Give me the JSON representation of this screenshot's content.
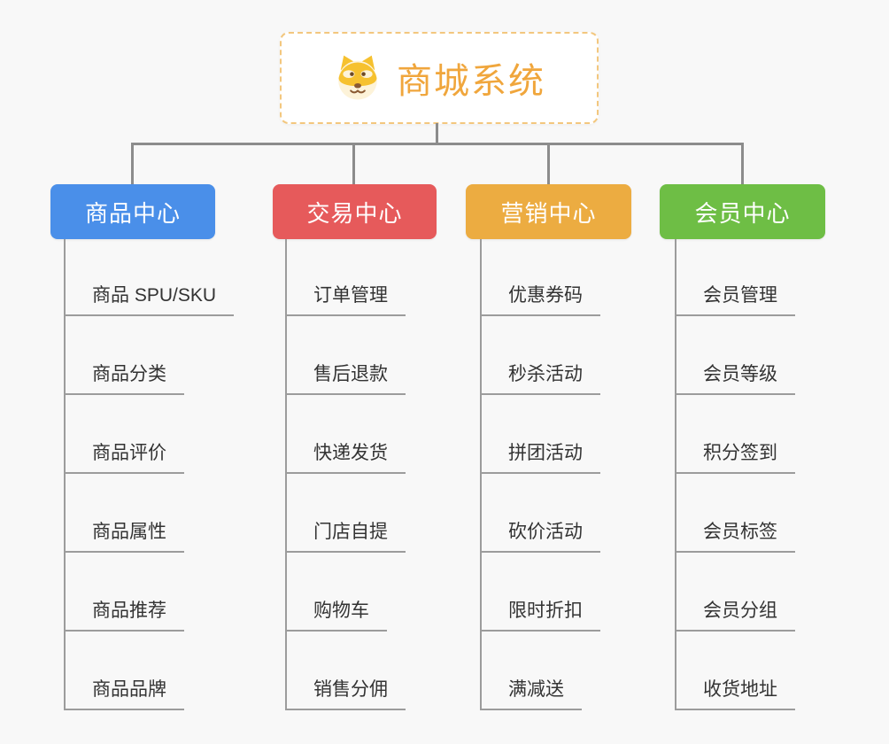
{
  "canvas": {
    "background": "#F8F8F8",
    "connector_color": "#8C8C8C",
    "underline_color": "#9C9C9C",
    "item_text_color": "#333333"
  },
  "root": {
    "title": "商城系统",
    "icon": "doge-icon",
    "title_color": "#F0A63C",
    "border_color": "#F3C77E",
    "background": "#FFFFFF"
  },
  "branches": [
    {
      "label": "商品中心",
      "color": "#4A8FE9",
      "children": [
        "商品 SPU/SKU",
        "商品分类",
        "商品评价",
        "商品属性",
        "商品推荐",
        "商品品牌"
      ]
    },
    {
      "label": "交易中心",
      "color": "#E65A5B",
      "children": [
        "订单管理",
        "售后退款",
        "快递发货",
        "门店自提",
        "购物车",
        "销售分佣"
      ]
    },
    {
      "label": "营销中心",
      "color": "#ECAC41",
      "children": [
        "优惠券码",
        "秒杀活动",
        "拼团活动",
        "砍价活动",
        "限时折扣",
        "满减送"
      ]
    },
    {
      "label": "会员中心",
      "color": "#6EBE45",
      "children": [
        "会员管理",
        "会员等级",
        "积分签到",
        "会员标签",
        "会员分组",
        "收货地址"
      ]
    }
  ]
}
